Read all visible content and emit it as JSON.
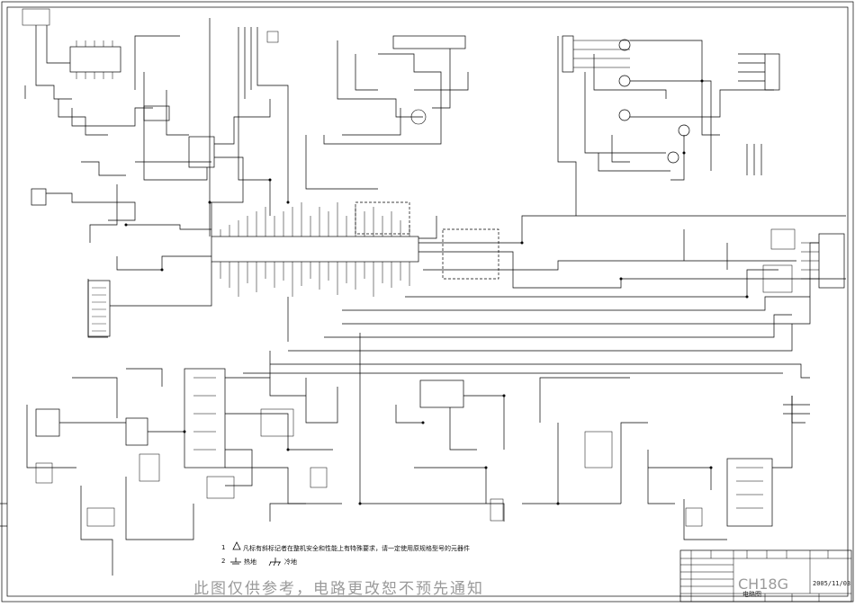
{
  "sheet": {
    "model": "CH18G",
    "drawing_name": "电路图",
    "date": "2005/11/03",
    "disclaimer": "此图仅供参考，电路更改恕不预先通知"
  },
  "notes": {
    "note1_number": "1",
    "note1_text": "凡标有斜标记者在整机安全和性能上有特殊要求，请一定使用原规格型号的元器件",
    "note2_number": "2",
    "hot_ground": "热地",
    "cold_ground": "冷地"
  },
  "colors": {
    "line": "#000000",
    "background": "#ffffff",
    "watermark": "#9a9a9a"
  }
}
